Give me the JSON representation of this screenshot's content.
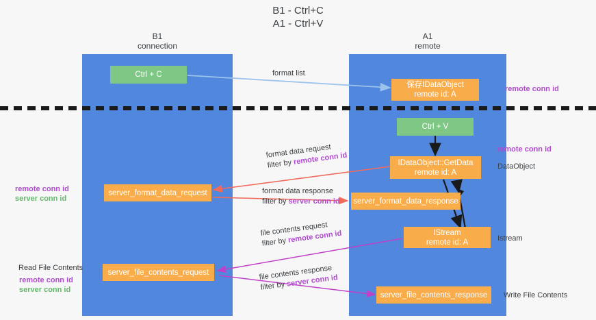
{
  "title": "B1 - Ctrl+C\nA1 - Ctrl+V",
  "columns": {
    "left": {
      "name": "B1",
      "role": "connection",
      "header": "B1\nconnection"
    },
    "right": {
      "name": "A1",
      "role": "remote",
      "header": "A1\nremote"
    }
  },
  "colors": {
    "lane": "#5187dc",
    "box_green": "#7ec784",
    "box_orange": "#f9ac4a",
    "purple": "#b14bd0",
    "green_text": "#62b96a",
    "arrow_blue": "#9cc3ec",
    "arrow_red": "#f06b5e",
    "arrow_magenta": "#c041c8",
    "arrow_black": "#1a1a1a",
    "background": "#f7f7f7"
  },
  "nodes": {
    "ctrl_c": {
      "label": "Ctrl + C",
      "sub": "",
      "color": "green"
    },
    "save_idataobject": {
      "label": "保存IDataObject",
      "sub": "remote id: A",
      "color": "orange"
    },
    "ctrl_v": {
      "label": "Ctrl + V",
      "sub": "",
      "color": "green"
    },
    "getdata": {
      "label": "IDataObject::GetData",
      "sub": "remote id: A",
      "color": "orange"
    },
    "fmt_req": {
      "label": "server_format_data_request",
      "sub": "",
      "color": "orange"
    },
    "fmt_resp": {
      "label": "server_format_data_response",
      "sub": "",
      "color": "orange"
    },
    "istream": {
      "label": "IStream",
      "sub": "remote id: A",
      "color": "orange"
    },
    "file_req": {
      "label": "server_file_contents_request",
      "sub": "",
      "color": "orange"
    },
    "file_resp": {
      "label": "server_file_contents_response",
      "sub": "",
      "color": "orange"
    }
  },
  "edge_labels": {
    "format_list": {
      "line1": "format list",
      "line2_prefix": "",
      "line2_key": ""
    },
    "format_data_request": {
      "line1": "format data request",
      "line2_prefix": "filter by ",
      "line2_key": "remote conn id"
    },
    "format_data_response": {
      "line1": "format data response",
      "line2_prefix": "filter by ",
      "line2_key": "server conn id"
    },
    "file_contents_request": {
      "line1": "file contents request",
      "line2_prefix": "filter by ",
      "line2_key": "remote conn id"
    },
    "file_contents_response": {
      "line1": "file contents response",
      "line2_prefix": "filter by ",
      "line2_key": "server conn id"
    }
  },
  "annotations": {
    "right_remote_conn_id_1": "remote conn id",
    "right_remote_conn_id_2": "remote conn id",
    "right_dataobject": "DataObject",
    "right_istream": "Istream",
    "right_write_file_contents": "Write File Contents",
    "left_remote_conn_id_1": "remote conn id",
    "left_server_conn_id_1": "server conn id",
    "left_read_file_contents": "Read File Contents",
    "left_remote_conn_id_2": "remote conn id",
    "left_server_conn_id_2": "server conn id"
  }
}
